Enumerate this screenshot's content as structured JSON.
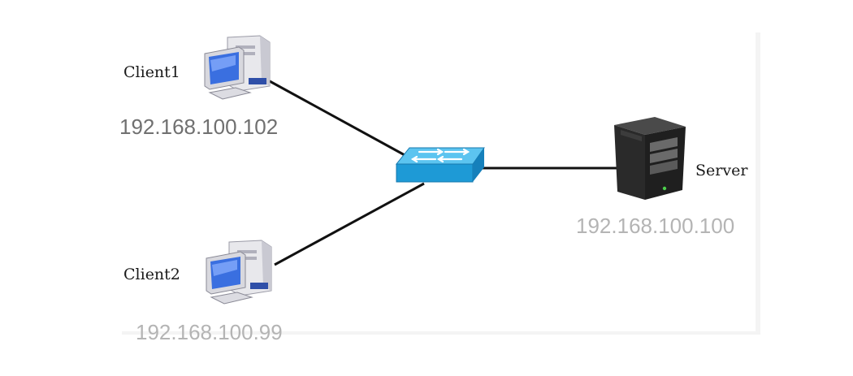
{
  "diagram": {
    "nodes": {
      "client1": {
        "label": "Client1",
        "ip": "192.168.100.102",
        "icon": "desktop-computer-icon"
      },
      "client2": {
        "label": "Client2",
        "ip": "192.168.100.99",
        "icon": "desktop-computer-icon"
      },
      "switch": {
        "label": "",
        "icon": "network-switch-icon"
      },
      "server": {
        "label": "Server",
        "ip": "192.168.100.100",
        "icon": "tower-server-icon"
      }
    },
    "links": [
      {
        "from": "client1",
        "to": "switch"
      },
      {
        "from": "client2",
        "to": "switch"
      },
      {
        "from": "switch",
        "to": "server"
      }
    ],
    "colors": {
      "switch": "#1e9ad6",
      "monitor": "#3a6fe0",
      "server": "#1f1f1f",
      "link": "#111111",
      "ip_dark": "#707070",
      "ip_light": "#b4b4b4"
    }
  }
}
